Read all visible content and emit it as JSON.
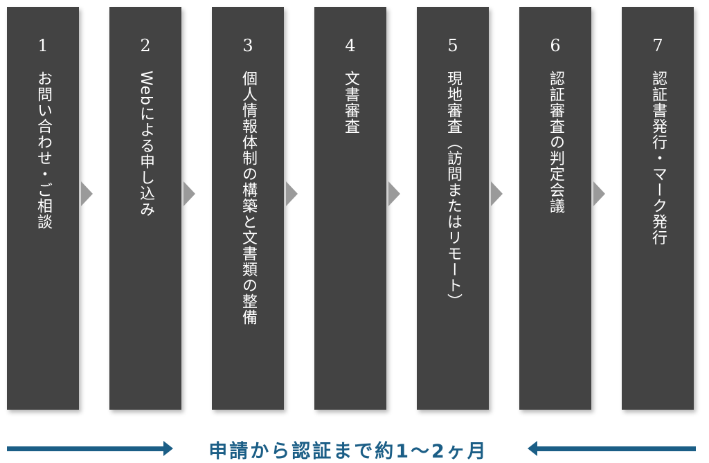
{
  "steps": [
    {
      "number": "1",
      "label": "お問い合わせ・ご相談"
    },
    {
      "number": "2",
      "label": "Webによる申し込み"
    },
    {
      "number": "3",
      "label": "個人情報体制の構築と文書類の整備"
    },
    {
      "number": "4",
      "label": "文書審査"
    },
    {
      "number": "5",
      "label": "現地審査（訪問またはリモート）"
    },
    {
      "number": "6",
      "label": "認証審査の判定会議"
    },
    {
      "number": "7",
      "label": "認証書発行・マーク発行"
    }
  ],
  "footer": {
    "caption": "申請から認証まで約1〜2ヶ月"
  },
  "colors": {
    "box": "#434343",
    "accent": "#1b5e86"
  }
}
